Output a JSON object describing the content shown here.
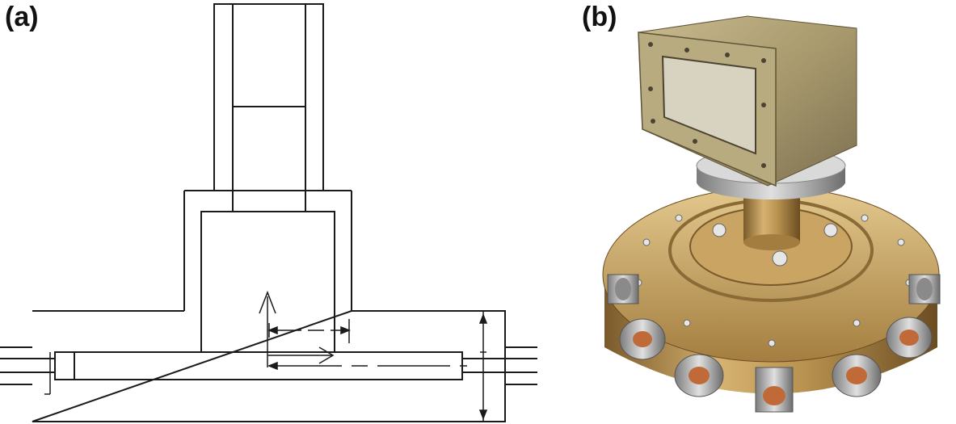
{
  "panels": [
    {
      "label": "(a)"
    },
    {
      "label": "(b)"
    }
  ],
  "colors": {
    "line": "#1a1a1a",
    "brass": "#b8924f",
    "brass_dark": "#7a5a2a",
    "brass_light": "#e3c88d",
    "steel": "#c8c8c8",
    "steel_dark": "#7c7c7c",
    "copper": "#c06a3a"
  },
  "icons": {
    "panel_a": "coaxial-waveguide-t-junction-drawing",
    "panel_b": "waveguide-to-coax-power-divider-photo"
  }
}
